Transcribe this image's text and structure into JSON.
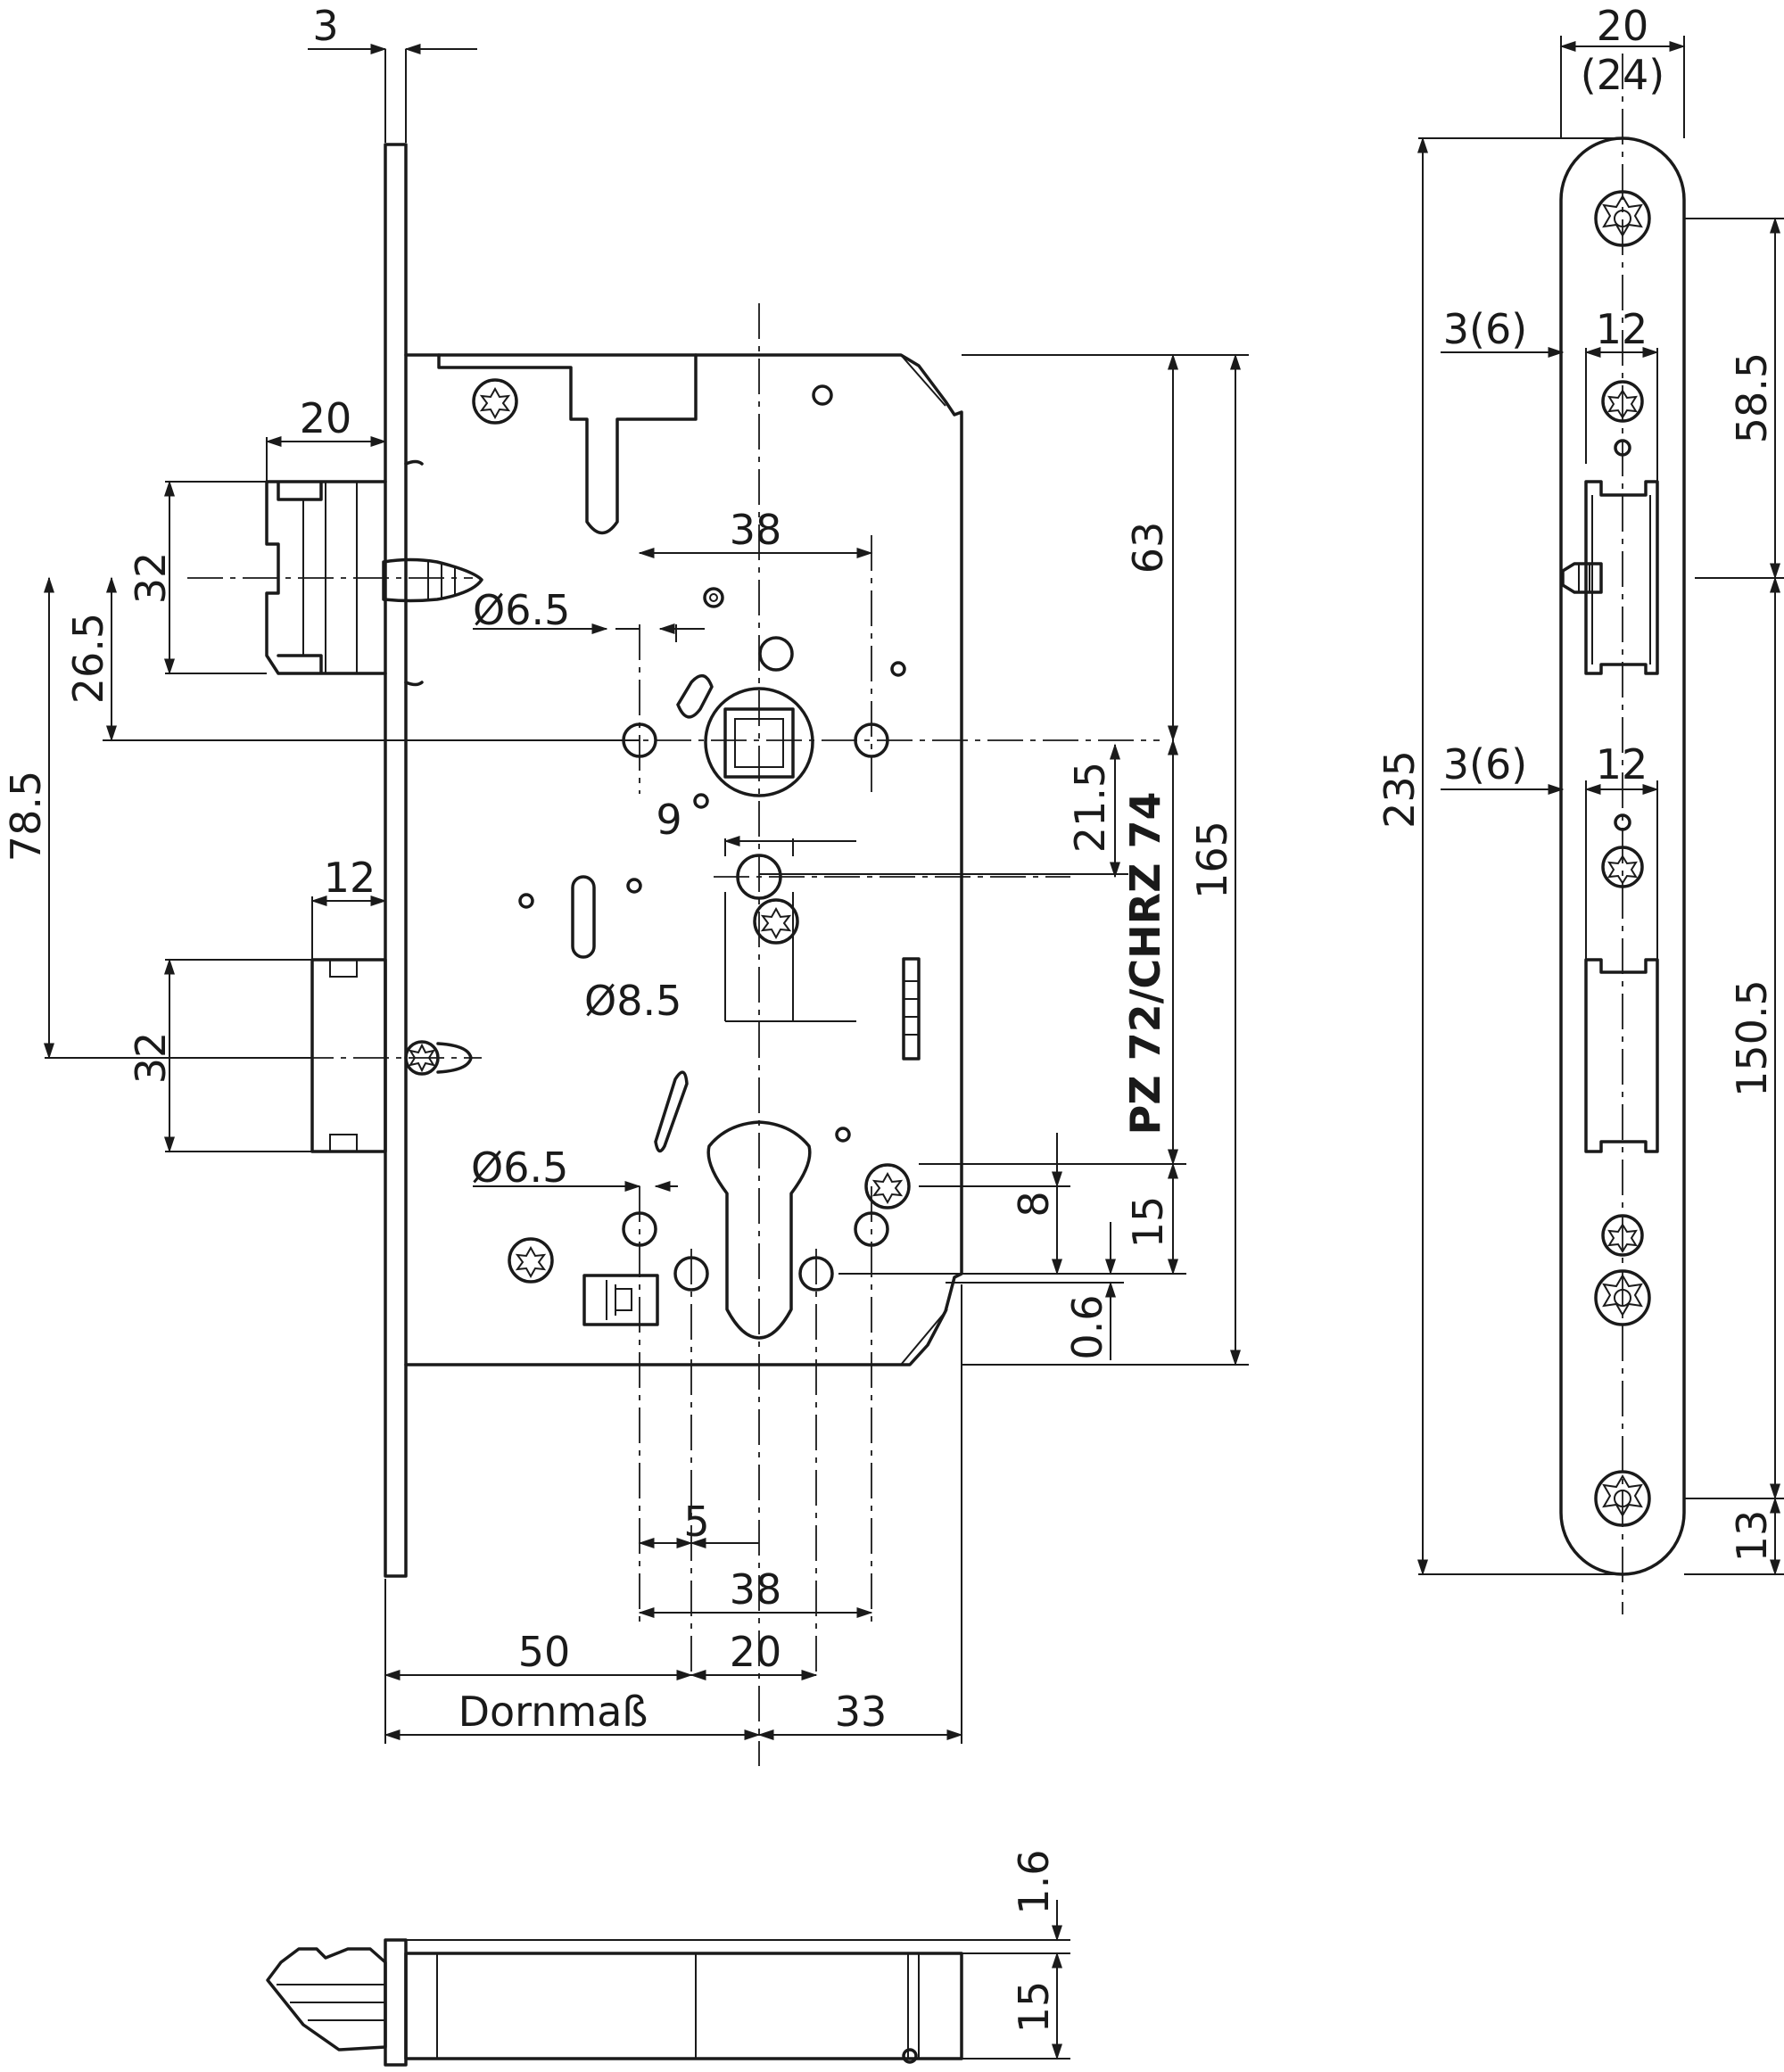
{
  "front_view": {
    "dims": {
      "faceplate_thickness": "3",
      "latch_projection": "20",
      "latch_height": "32",
      "latch_offset": "26.5",
      "bolt_offset": "78.5",
      "bolt_projection": "12",
      "bolt_height": "32",
      "screw_hole_dia_top": "Ø6.5",
      "follower_spacing": "38",
      "follower_square": "9",
      "hole_dia_center": "Ø8.5",
      "screw_hole_dia_bottom": "Ø6.5",
      "top_to_follower": "63",
      "case_height": "165",
      "distance_label": "PZ 72/CHRZ 74",
      "follower_to_hole": "21.5",
      "cyl_8": "8",
      "cyl_15": "15",
      "cyl_0_6": "0.6",
      "cyl_offset_5": "5",
      "bottom_spacing": "38",
      "backset": "50",
      "cylinder_width": "20",
      "backset_label": "Dornmaß",
      "case_remainder": "33"
    }
  },
  "side_view": {
    "dims": {
      "plate_width": "20",
      "plate_width_alt": "(24)",
      "plate_length": "235",
      "latch_offset_top": "3(6)",
      "latch_width_top": "12",
      "top_to_latch": "58.5",
      "bolt_offset": "3(6)",
      "bolt_width": "12",
      "latch_to_bottom": "150.5",
      "bottom_margin": "13"
    }
  },
  "bottom_view": {
    "dims": {
      "plate_thickness": "1.6",
      "case_depth": "15"
    }
  }
}
